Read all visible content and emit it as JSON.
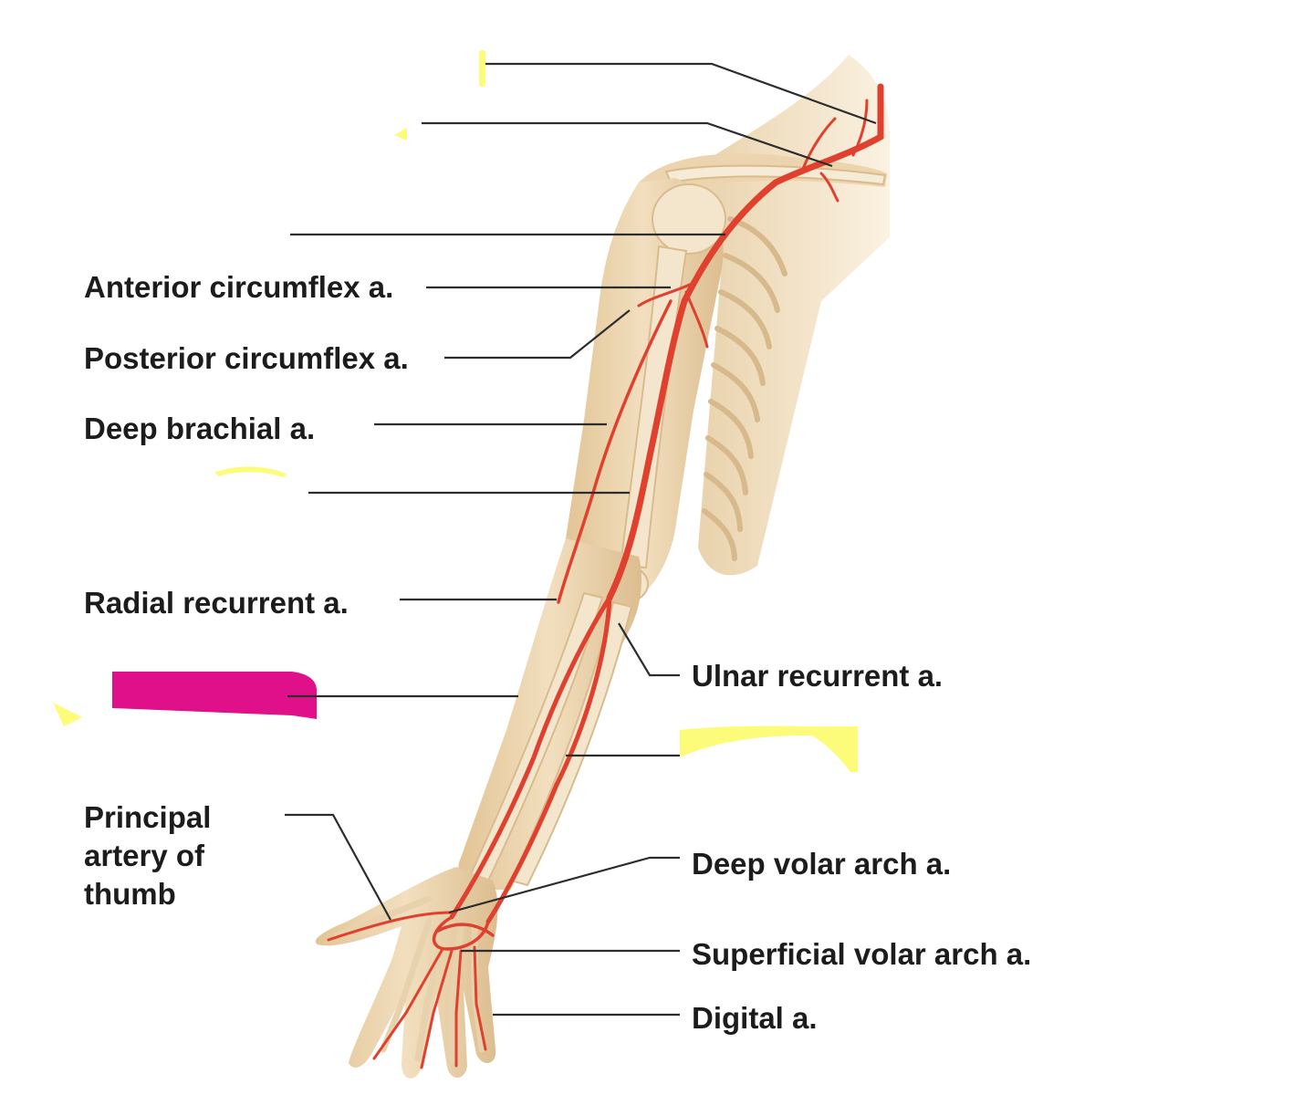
{
  "labels": {
    "anterior_circumflex": "Anterior circumflex a.",
    "posterior_circumflex": "Posterior circumflex a.",
    "deep_brachial": "Deep brachial a.",
    "radial_recurrent": "Radial recurrent a.",
    "principal_artery_thumb": "Principal artery of thumb",
    "ulnar_recurrent": "Ulnar recurrent a.",
    "deep_volar_arch": "Deep volar arch a.",
    "superficial_volar_arch": "Superficial volar arch a.",
    "digital": "Digital a."
  },
  "colors": {
    "skin": "#efd9b6",
    "skin_shadow": "#ddbf93",
    "bone": "#f4e6cc",
    "artery": "#e0412f",
    "leader": "#2d2d2d",
    "blank_highlight": "#fdfb7a",
    "answer_cover": "#e0108a"
  }
}
